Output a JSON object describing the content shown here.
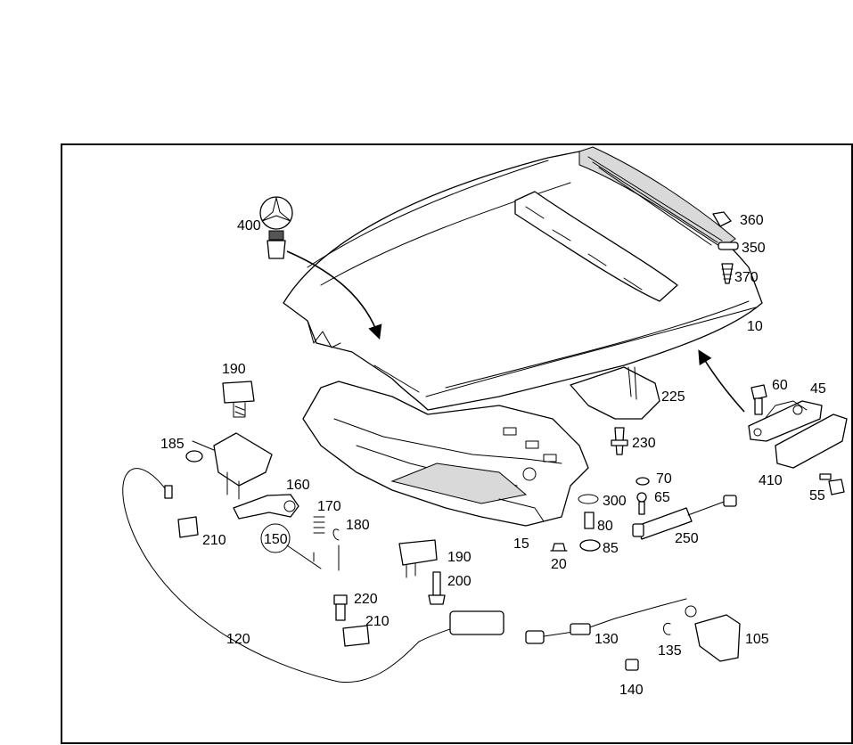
{
  "parts": {
    "p10": "10",
    "p15": "15",
    "p20": "20",
    "p45": "45",
    "p55": "55",
    "p60": "60",
    "p65": "65",
    "p70": "70",
    "p80": "80",
    "p85": "85",
    "p105": "105",
    "p120": "120",
    "p130": "130",
    "p135": "135",
    "p140": "140",
    "p150": "150",
    "p160": "160",
    "p170": "170",
    "p180": "180",
    "p185": "185",
    "p190a": "190",
    "p190b": "190",
    "p200": "200",
    "p210a": "210",
    "p210b": "210",
    "p220": "220",
    "p225": "225",
    "p230": "230",
    "p250": "250",
    "p300": "300",
    "p350": "350",
    "p360": "360",
    "p370": "370",
    "p400": "400",
    "p410": "410"
  }
}
